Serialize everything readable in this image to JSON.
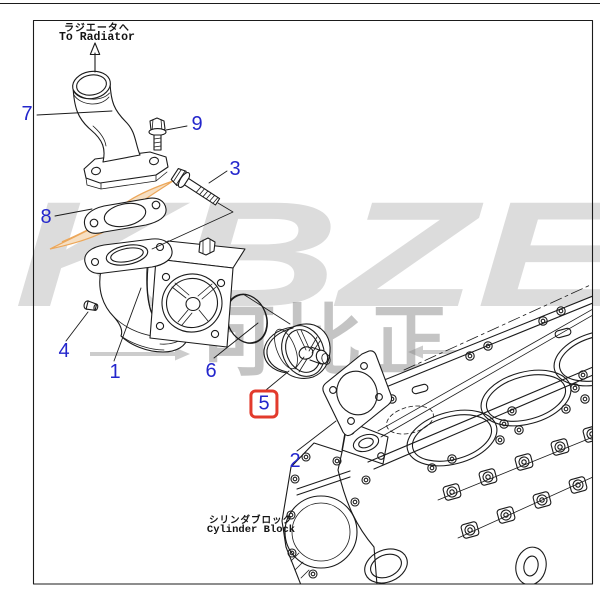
{
  "diagram_labels": {
    "to_radiator_jp": "ラジエータへ",
    "to_radiator_en": "To Radiator",
    "cylinder_block_jp": "シリンダブロック",
    "cylinder_block_en": "Cylinder Block"
  },
  "callouts": [
    {
      "number": "1",
      "part": "thermostat-housing",
      "highlighted": false
    },
    {
      "number": "2",
      "part": "block-gasket",
      "highlighted": false
    },
    {
      "number": "3",
      "part": "flange-bolt",
      "highlighted": false
    },
    {
      "number": "4",
      "part": "plug",
      "highlighted": false
    },
    {
      "number": "5",
      "part": "thermostat",
      "highlighted": true
    },
    {
      "number": "6",
      "part": "o-ring-seal",
      "highlighted": false
    },
    {
      "number": "7",
      "part": "radiator-outlet-pipe",
      "highlighted": false
    },
    {
      "number": "8",
      "part": "pipe-gasket",
      "highlighted": false
    },
    {
      "number": "9",
      "part": "pipe-bolt",
      "highlighted": false
    }
  ],
  "watermark": {
    "logo_text": "KBZE",
    "cjk_text": "可比正"
  },
  "colors": {
    "callout_number": "#2326cc",
    "highlight_box": "#e23a2c",
    "line_art": "#1b1b1b",
    "frame": "#b5b5b5",
    "watermark_gray": "#dcdcdc",
    "watermark_orange": "#eca75a",
    "watermark_flare_fill": "#f6dfc2"
  }
}
